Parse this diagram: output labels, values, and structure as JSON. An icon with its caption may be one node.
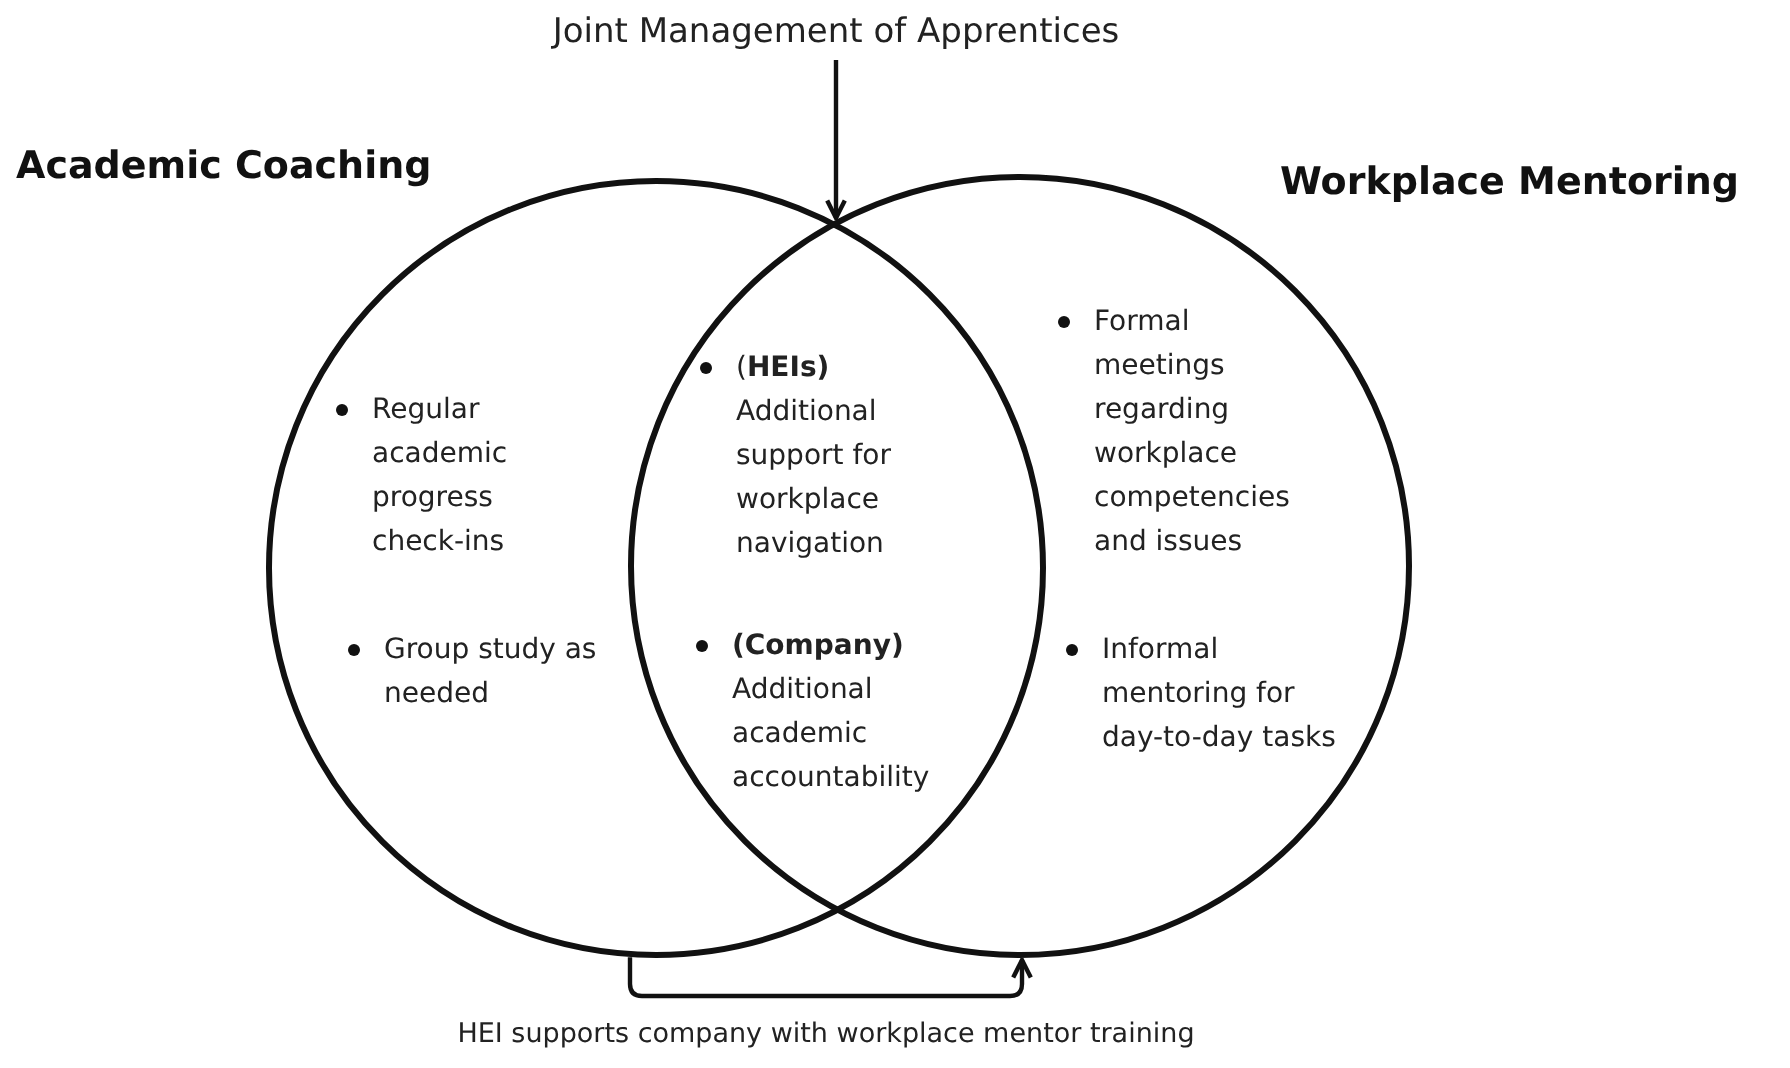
{
  "diagram": {
    "nodes": [
      {
        "text": [
          "Academic Coaching"
        ]
      },
      {
        "text": [
          "Workplace Mentoring"
        ]
      },
      {
        "text": [
          "Joint Management of Apprentices"
        ]
      }
    ],
    "edges": [
      {
        "from": 2,
        "to": 0,
        "arrow": "to"
      },
      {
        "from": 0,
        "to": 1,
        "arrow": "to",
        "label": "HEI supports company with workplace mentor training"
      }
    ],
    "labels": [
      "Regular academic progress check-ins",
      "Group study as needed",
      "(**HEIs)** Additional support for workplace navigation",
      "**(Company)** Additional academic accountability",
      "Formal meetings regarding workplace competencies and issues",
      "Informal mentoring for day-to-day tasks"
    ]
  }
}
